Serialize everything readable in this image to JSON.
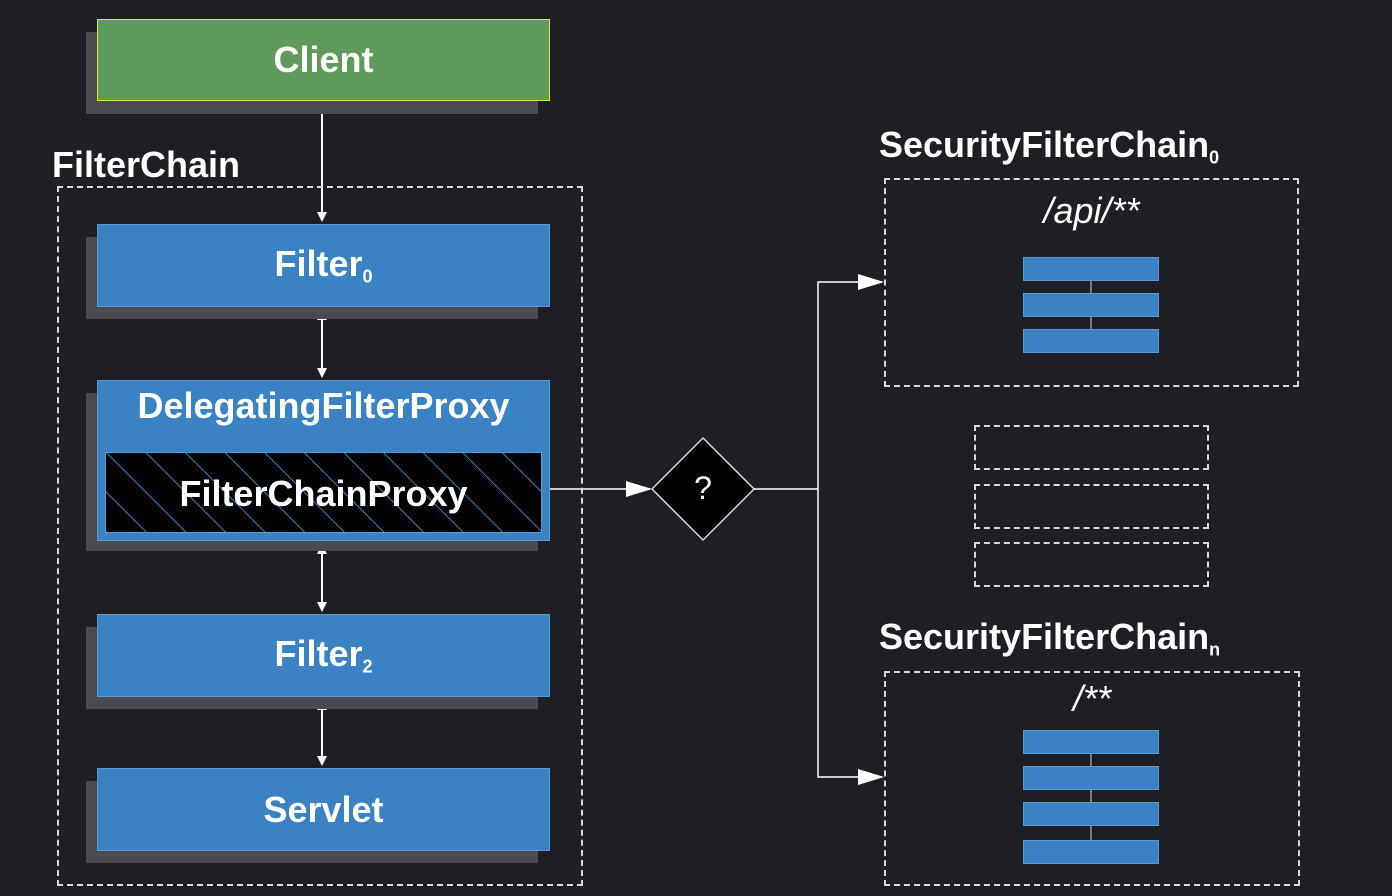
{
  "client": {
    "label": "Client"
  },
  "filter_chain": {
    "title": "FilterChain",
    "filter0": {
      "label": "Filter",
      "subscript": "0"
    },
    "delegating_proxy": {
      "label": "DelegatingFilterProxy"
    },
    "chain_proxy": {
      "label": "FilterChainProxy"
    },
    "filter2": {
      "label": "Filter",
      "subscript": "2"
    },
    "servlet": {
      "label": "Servlet"
    }
  },
  "decision": {
    "label": "?"
  },
  "security_chain_0": {
    "title": "SecurityFilterChain",
    "subscript": "0",
    "pattern": "/api/**",
    "filter_count": 3
  },
  "security_chain_n": {
    "title": "SecurityFilterChain",
    "subscript": "n",
    "pattern": "/**",
    "filter_count": 4
  },
  "colors": {
    "background": "#1e1f23",
    "filter_blue": "#3b82c4",
    "client_green": "#5f9a5a",
    "client_border": "#e6e04a",
    "shadow": "#4a4b4f",
    "line": "#ffffff"
  }
}
